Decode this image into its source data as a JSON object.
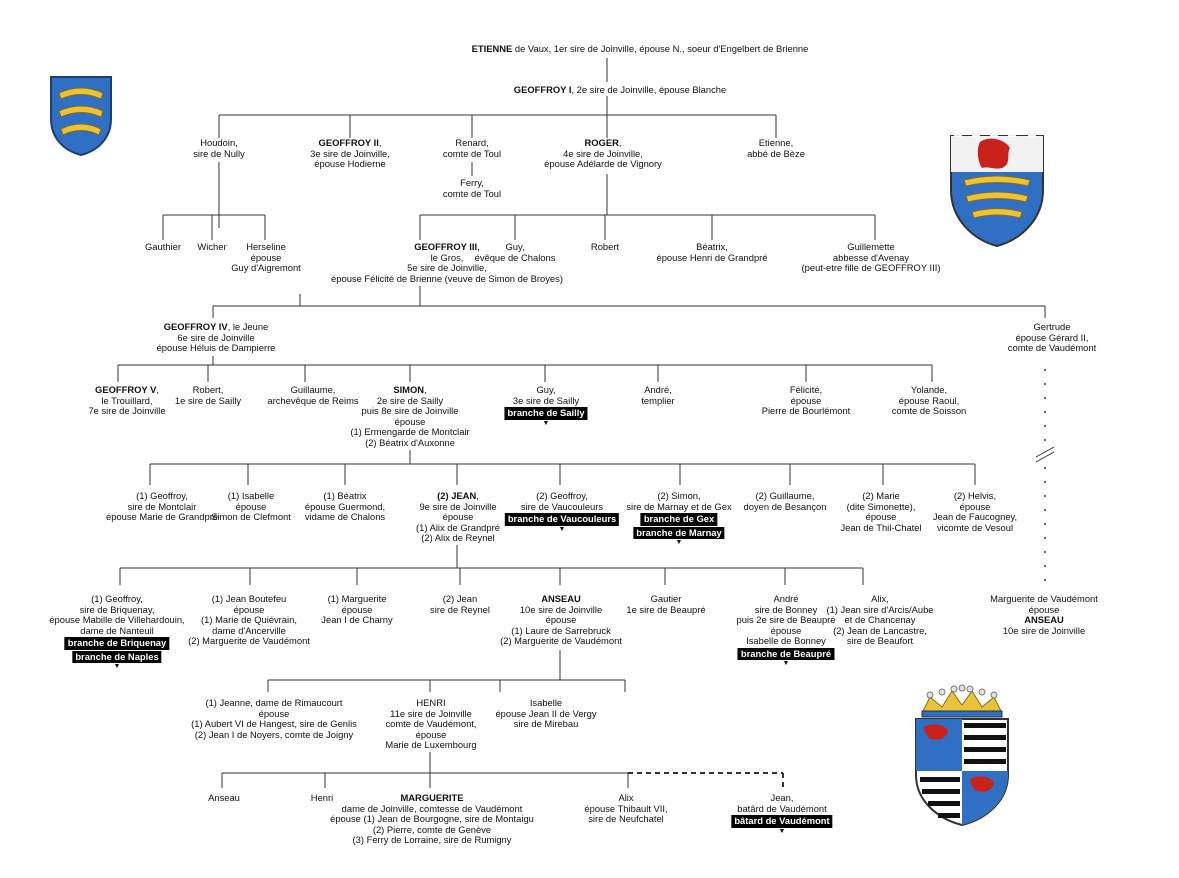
{
  "colors": {
    "azure": "#2f6fc4",
    "gold": "#e9c33a",
    "red": "#c8221b",
    "black": "#000000"
  },
  "nodes": {
    "etienne": {
      "lines": [
        {
          "b": "ETIENNE",
          "t": " de Vaux, 1er sire de Joinville, épouse N., soeur d'Engelbert de Brienne"
        }
      ]
    },
    "geoffroy1": {
      "lines": [
        {
          "b": "GEOFFROY I",
          "t": ", 2e sire de Joinville, épouse Blanche"
        }
      ]
    },
    "houdoin": {
      "lines": [
        {
          "t": "Houdoin,"
        },
        {
          "t": "sire de Nully"
        }
      ]
    },
    "geoffroy2": {
      "lines": [
        {
          "b": "GEOFFROY II",
          "t": ","
        },
        {
          "t": "3e sire de Joinville,"
        },
        {
          "t": "épouse Hodierne"
        }
      ]
    },
    "renard": {
      "lines": [
        {
          "t": "Renard,"
        },
        {
          "t": "comte de Toul"
        }
      ]
    },
    "ferry": {
      "lines": [
        {
          "t": "Ferry,"
        },
        {
          "t": "comte de Toul"
        }
      ]
    },
    "roger": {
      "lines": [
        {
          "b": "ROGER",
          "t": ","
        },
        {
          "t": "4e sire de Joinville,"
        },
        {
          "t": "épouse Adélarde de Vignory"
        }
      ]
    },
    "etienne_beze": {
      "lines": [
        {
          "t": "Etienne,"
        },
        {
          "t": "abbé de Bèze"
        }
      ]
    },
    "gauthier": {
      "lines": [
        {
          "t": "Gauthier"
        }
      ]
    },
    "wicher": {
      "lines": [
        {
          "t": "Wicher"
        }
      ]
    },
    "herseline": {
      "lines": [
        {
          "t": "Herseline"
        },
        {
          "t": "épouse"
        },
        {
          "t": "Guy d'Aigremont"
        }
      ]
    },
    "geoffroy3": {
      "lines": [
        {
          "b": "GEOFFROY III",
          "t": ","
        },
        {
          "t": "le Gros,"
        },
        {
          "t": "5e sire de Joinville,"
        },
        {
          "t": "épouse Félicité de Brienne (veuve de Simon de Broyes)"
        }
      ]
    },
    "guy_chalons": {
      "lines": [
        {
          "t": "Guy,"
        },
        {
          "t": "évêque de Chalons"
        }
      ]
    },
    "robert1": {
      "lines": [
        {
          "t": "Robert"
        }
      ]
    },
    "beatrix1": {
      "lines": [
        {
          "t": "Béatrix,"
        },
        {
          "t": "épouse Henri de Grandpré"
        }
      ]
    },
    "guillemette": {
      "lines": [
        {
          "t": "Guillemette"
        },
        {
          "t": "abbesse d'Avenay"
        },
        {
          "t": "(peut-etre fille de GEOFFROY III)"
        }
      ]
    },
    "geoffroy4": {
      "lines": [
        {
          "b": "GEOFFROY IV",
          "t": ", le Jeune"
        },
        {
          "t": "6e sire de Joinville"
        },
        {
          "t": "épouse Héluis de Dampierre"
        }
      ]
    },
    "gertrude": {
      "lines": [
        {
          "t": "Gertrude"
        },
        {
          "t": "épouse Gérard II,"
        },
        {
          "t": "comte de Vaudémont"
        }
      ]
    },
    "geoffroy5": {
      "lines": [
        {
          "b": "GEOFFROY V",
          "t": ","
        },
        {
          "t": "le Trouillard,"
        },
        {
          "t": "7e sire de Joinville"
        }
      ]
    },
    "robert2": {
      "lines": [
        {
          "t": "Robert,"
        },
        {
          "t": "1e sire de Sailly"
        }
      ]
    },
    "guillaume1": {
      "lines": [
        {
          "t": "Guillaume,"
        },
        {
          "t": "archevêque de Reims"
        }
      ]
    },
    "simon": {
      "lines": [
        {
          "b": "SIMON",
          "t": ","
        },
        {
          "t": "2e sire de Sailly"
        },
        {
          "t": "puis 8e sire de Joinville"
        },
        {
          "t": "épouse"
        },
        {
          "t": "(1) Ermengarde de Montclair"
        },
        {
          "t": "(2) Béatrix d'Auxonne"
        }
      ]
    },
    "guy_sailly": {
      "lines": [
        {
          "t": "Guy,"
        },
        {
          "t": "3e sire de Sailly"
        }
      ],
      "badges": [
        "branche de Sailly"
      ]
    },
    "andre1": {
      "lines": [
        {
          "t": "André,"
        },
        {
          "t": "templier"
        }
      ]
    },
    "felicite": {
      "lines": [
        {
          "t": "Félicité,"
        },
        {
          "t": "épouse"
        },
        {
          "t": "Pierre de Bourlémont"
        }
      ]
    },
    "yolande": {
      "lines": [
        {
          "t": "Yolande,"
        },
        {
          "t": "épouse Raoul,"
        },
        {
          "t": "comte de Soisson"
        }
      ]
    },
    "geoffroy_montclair": {
      "lines": [
        {
          "t": "(1) Geoffroy,"
        },
        {
          "t": "sire de Montclair"
        },
        {
          "t": "épouse Marie de Grandpré"
        }
      ]
    },
    "isabelle1": {
      "lines": [
        {
          "t": "(1) Isabelle"
        },
        {
          "t": "épouse"
        },
        {
          "t": "Simon de Clefmont"
        }
      ]
    },
    "beatrix2": {
      "lines": [
        {
          "t": "(1) Béatrix"
        },
        {
          "t": "épouse Guermond,"
        },
        {
          "t": "vidame de Chalons"
        }
      ]
    },
    "jean": {
      "lines": [
        {
          "b": "(2) JEAN",
          "t": ","
        },
        {
          "t": "9e sire de Joinville"
        },
        {
          "t": "épouse"
        },
        {
          "t": "(1) Alix de Grandpré"
        },
        {
          "t": "(2) Alix de Reynel"
        }
      ]
    },
    "geoffroy_vauc": {
      "lines": [
        {
          "t": "(2) Geoffroy,"
        },
        {
          "t": "sire de Vaucouleurs"
        }
      ],
      "badges": [
        "branche de Vaucouleurs"
      ]
    },
    "simon_marnay": {
      "lines": [
        {
          "t": "(2) Simon,"
        },
        {
          "t": "sire de Marnay et de Gex"
        }
      ],
      "badges": [
        "branche de Gex",
        "branche de Marnay"
      ]
    },
    "guillaume2": {
      "lines": [
        {
          "t": "(2) Guillaume,"
        },
        {
          "t": "doyen de Besançon"
        }
      ]
    },
    "marie": {
      "lines": [
        {
          "t": "(2) Marie"
        },
        {
          "t": "(dite Simonette),"
        },
        {
          "t": "épouse"
        },
        {
          "t": "Jean de Thil-Chatel"
        }
      ]
    },
    "helvis": {
      "lines": [
        {
          "t": "(2) Helvis,"
        },
        {
          "t": "épouse"
        },
        {
          "t": "Jean de Faucogney,"
        },
        {
          "t": "vicomte de Vesoul"
        }
      ]
    },
    "geoffroy_briq": {
      "lines": [
        {
          "t": "(1) Geoffroy,"
        },
        {
          "t": "sire de Briquenay,"
        },
        {
          "t": "épouse Mabille de Villehardouin,"
        },
        {
          "t": "dame de Nanteuil"
        }
      ],
      "badges": [
        "branche de Briquenay",
        "branche de Naples"
      ]
    },
    "jean_boutefeu": {
      "lines": [
        {
          "t": "(1) Jean Boutefeu"
        },
        {
          "t": "épouse"
        },
        {
          "t": "(1) Marie de Quiévrain,"
        },
        {
          "t": "dame d'Ancerville"
        },
        {
          "t": "(2) Marguerite de Vaudémont"
        }
      ]
    },
    "marguerite1": {
      "lines": [
        {
          "t": "(1) Marguerite"
        },
        {
          "t": "épouse"
        },
        {
          "t": "Jean I de Charny"
        }
      ]
    },
    "jean_reynel": {
      "lines": [
        {
          "t": "(2) Jean"
        },
        {
          "t": "sire de Reynel"
        }
      ]
    },
    "anseau1": {
      "lines": [
        {
          "b": "ANSEAU"
        },
        {
          "t": "10e sire de Joinville"
        },
        {
          "t": "épouse"
        },
        {
          "t": "(1) Laure de Sarrebruck"
        },
        {
          "t": "(2) Marguerite de Vaudémont"
        }
      ]
    },
    "gautier": {
      "lines": [
        {
          "t": "Gautier"
        },
        {
          "t": "1e sire de Beaupré"
        }
      ]
    },
    "andre_bonney": {
      "lines": [
        {
          "t": "André"
        },
        {
          "t": "sire de Bonney"
        },
        {
          "t": "puis 2e sire de Beaupré"
        },
        {
          "t": "épouse"
        },
        {
          "t": "Isabelle de Bonney"
        }
      ],
      "badges": [
        "branche de Beaupré"
      ]
    },
    "alix1": {
      "lines": [
        {
          "t": "Alix,"
        },
        {
          "t": "(1) Jean sire d'Arcis/Aube"
        },
        {
          "t": "et de Chancenay"
        },
        {
          "t": "(2) Jean de Lancastre,"
        },
        {
          "t": "sire de Beaufort"
        }
      ]
    },
    "marguerite_vaud": {
      "lines": [
        {
          "t": "Marguerite de Vaudémont"
        },
        {
          "t": "épouse"
        },
        {
          "b": "ANSEAU"
        },
        {
          "t": "10e sire de Joinville"
        }
      ]
    },
    "jeanne": {
      "lines": [
        {
          "t": "(1) Jeanne, dame de Rimaucourt"
        },
        {
          "t": "épouse"
        },
        {
          "t": "(1) Aubert VI de Hangest, sire de Genlis"
        },
        {
          "t": "(2) Jean I de Noyers, comte de Joigny"
        }
      ]
    },
    "henri1": {
      "lines": [
        {
          "t": "HENRI"
        },
        {
          "t": "11e sire de Joinville"
        },
        {
          "t": "comte de Vaudémont,"
        },
        {
          "t": "épouse"
        },
        {
          "t": "Marie de Luxembourg"
        }
      ]
    },
    "isabelle2": {
      "lines": [
        {
          "t": "Isabelle"
        },
        {
          "t": "épouse Jean II de Vergy"
        },
        {
          "t": "sire de Mirebau"
        }
      ]
    },
    "anseau2": {
      "lines": [
        {
          "t": "Anseau"
        }
      ]
    },
    "henri2": {
      "lines": [
        {
          "t": "Henri"
        }
      ]
    },
    "marguerite_final": {
      "lines": [
        {
          "b": "MARGUERITE"
        },
        {
          "t": "dame de Joinville, comtesse de Vaudémont"
        },
        {
          "t": "épouse (1) Jean de Bourgogne, sire de Montaigu"
        },
        {
          "t": "(2) Pierre, comte de Genève"
        },
        {
          "t": "(3) Ferry de Lorraine, sire de Rumigny"
        }
      ]
    },
    "alix2": {
      "lines": [
        {
          "t": "Alix"
        },
        {
          "t": "épouse Thibault VII,"
        },
        {
          "t": "sire de Neufchatel"
        }
      ]
    },
    "jean_batard": {
      "lines": [
        {
          "t": "Jean,"
        },
        {
          "t": "batârd de Vaudémont"
        }
      ],
      "badges": [
        "bâtard de Vaudémont"
      ]
    }
  }
}
